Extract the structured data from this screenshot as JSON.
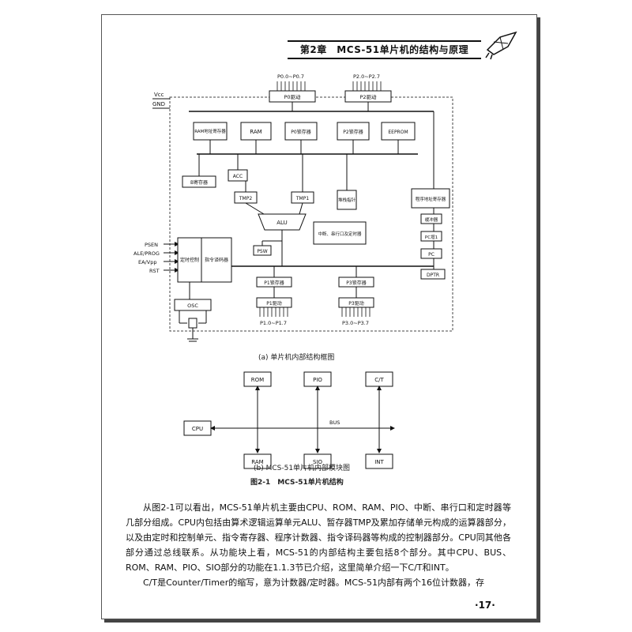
{
  "header": {
    "title": "第2章　MCS-51单片机的结构与原理"
  },
  "figure_a": {
    "caption": "(a) 单片机内部结构框图",
    "pins": {
      "vcc": "Vcc",
      "gnd": "GND",
      "psen": "PSEN",
      "ale": "ALE/PROG",
      "ea": "EA/Vpp",
      "rst": "RST"
    },
    "port_labels": {
      "p0": "P0.0~P0.7",
      "p2": "P2.0~P2.7",
      "p1": "P1.0~P1.7",
      "p3": "P3.0~P3.7"
    },
    "blocks": {
      "p0_driver": "P0驱动",
      "p2_driver": "P2驱动",
      "ram_addr": "RAM地址寄存器",
      "ram": "RAM",
      "p0_latch": "P0锁存器",
      "p2_latch": "P2锁存器",
      "eeprom": "EEPROM",
      "b_reg": "B寄存器",
      "acc": "ACC",
      "tmp2": "TMP2",
      "tmp1": "TMP1",
      "stack_ptr": "堆栈指针",
      "prog_addr": "程序地址寄存器",
      "buffer": "缓冲器",
      "alu": "ALU",
      "psw": "PSW",
      "interrupt": "中断、串行口及定时器",
      "pc_incr": "PC增1",
      "pc": "PC",
      "dptr": "DPTR",
      "timing": "定时控制",
      "instr_decoder": "指令译码器",
      "osc": "OSC",
      "p1_latch": "P1锁存器",
      "p3_latch": "P3锁存器",
      "p1_driver": "P1驱动",
      "p3_driver": "P3驱动"
    }
  },
  "figure_b": {
    "caption": "(b) MCS-51单片机内部模块图",
    "bus": "BUS",
    "blocks": {
      "rom": "ROM",
      "pio": "PIO",
      "ct": "C/T",
      "cpu": "CPU",
      "ram": "RAM",
      "sio": "SIO",
      "int": "INT"
    }
  },
  "figure_title": "图2-1　MCS-51单片机结构",
  "body": {
    "para1": "从图2-1可以看出，MCS-51单片机主要由CPU、ROM、RAM、PIO、中断、串行口和定时器等几部分组成。CPU内包括由算术逻辑运算单元ALU、暂存器TMP及累加存储单元构成的运算器部分，以及由定时和控制单元、指令寄存器、程序计数器、指令译码器等构成的控制器部分。CPU同其他各部分通过总线联系。从功能块上看，MCS-51的内部结构主要包括8个部分。其中CPU、BUS、ROM、RAM、PIO、SIO部分的功能在1.1.3节已介绍，这里简单介绍一下C/T和INT。",
    "para2": "C/T是Counter/Timer的缩写，意为计数器/定时器。MCS-51内部有两个16位计数器，存"
  },
  "page_number": "17"
}
